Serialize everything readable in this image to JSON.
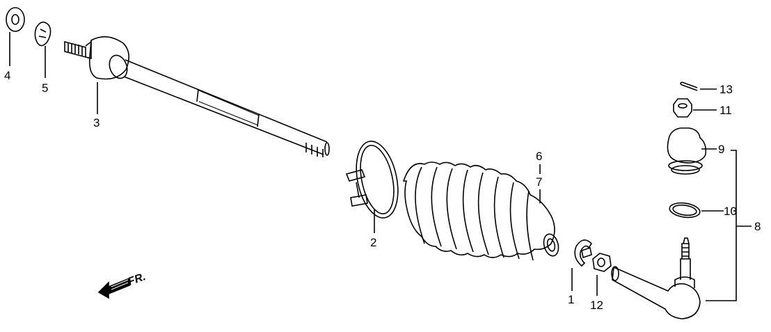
{
  "diagram": {
    "callouts": {
      "p1": "1",
      "p2": "2",
      "p3": "3",
      "p4": "4",
      "p5": "5",
      "p6": "6",
      "p7": "7",
      "p8": "8",
      "p9": "9",
      "p10": "10",
      "p11": "11",
      "p12": "12",
      "p13": "13"
    },
    "direction_label": "FR."
  }
}
